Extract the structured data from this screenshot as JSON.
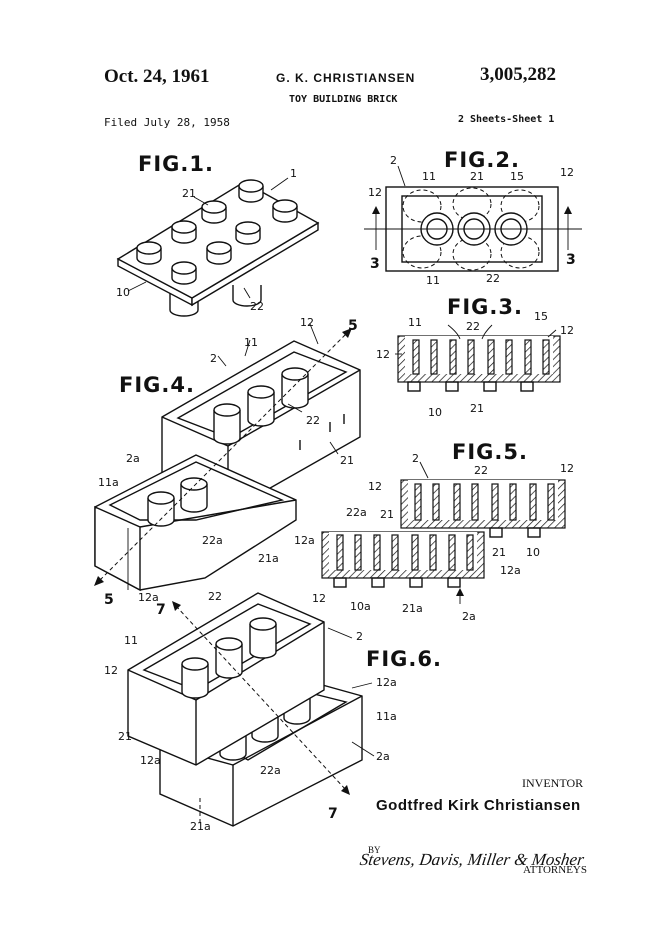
{
  "header": {
    "date": "Oct. 24, 1961",
    "inventor_header": "G. K. CHRISTIANSEN",
    "patent_number": "3,005,282",
    "title": "TOY BUILDING BRICK",
    "filed": "Filed July 28, 1958",
    "sheets": "2 Sheets-Sheet 1"
  },
  "figures": {
    "fig1": "FIG.1.",
    "fig2": "FIG.2.",
    "fig3": "FIG.3.",
    "fig4": "FIG.4.",
    "fig5": "FIG.5.",
    "fig6": "FIG.6."
  },
  "refs": {
    "r1": "1",
    "r2": "2",
    "r3": "3",
    "r5": "5",
    "r7": "7",
    "r10": "10",
    "r10a": "10a",
    "r11": "11",
    "r11a": "11a",
    "r12": "12",
    "r12a": "12a",
    "r15": "15",
    "r21": "21",
    "r21a": "21a",
    "r22": "22",
    "r22a": "22a",
    "r2a": "2a"
  },
  "footer": {
    "inventor_label": "INVENTOR",
    "inventor_name": "Godtfred Kirk Christiansen",
    "by": "BY",
    "attorney_signature": "Stevens, Davis, Miller & Mosher",
    "attorneys_label": "ATTORNEYS"
  }
}
